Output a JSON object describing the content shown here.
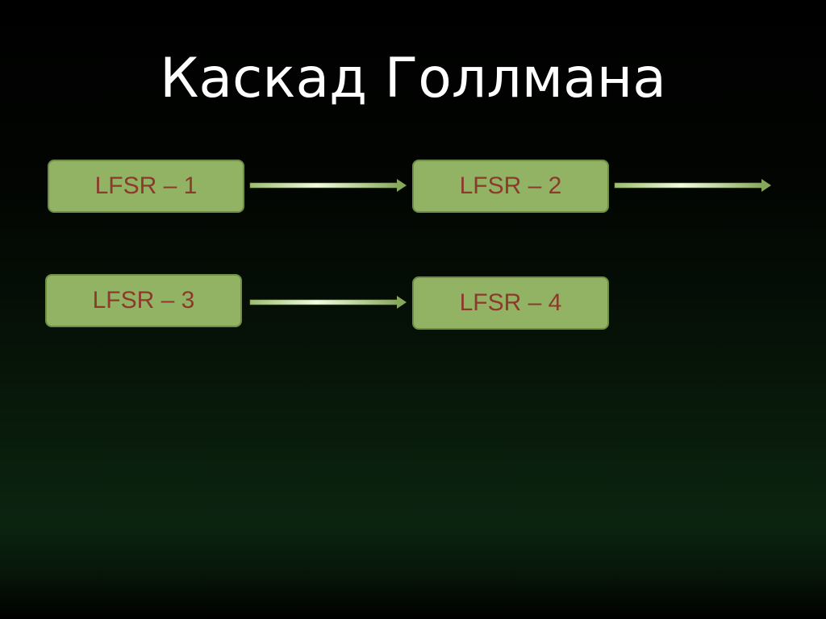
{
  "slide": {
    "title": "Каскад Голлмана"
  },
  "diagram": {
    "nodes": [
      {
        "id": "box1",
        "label": "LFSR – 1"
      },
      {
        "id": "box2",
        "label": "LFSR – 2"
      },
      {
        "id": "box3",
        "label": "LFSR – 3"
      },
      {
        "id": "box4",
        "label": "LFSR – 4"
      }
    ],
    "edges": [
      {
        "from": "box1",
        "to": "box2"
      },
      {
        "from": "box2",
        "to": "output"
      },
      {
        "from": "box3",
        "to": "box4"
      }
    ]
  },
  "colors": {
    "box_fill": "#92b364",
    "box_border": "#6f8d45",
    "box_text": "#8b3a2c",
    "arrow_light": "#f3fbe4",
    "arrow_dark": "#6f8d45",
    "title": "#ffffff"
  }
}
